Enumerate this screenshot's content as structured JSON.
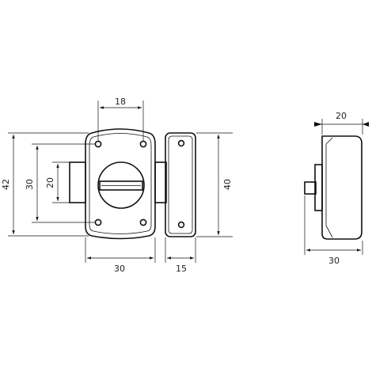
{
  "dimensions": {
    "front_hole_spacing": "18",
    "front_height_overall": "42",
    "front_body_height": "30",
    "front_bolt_height": "20",
    "keeper_height": "40",
    "front_body_width": "30",
    "keeper_width": "15",
    "side_depth": "20",
    "side_overall_depth": "30"
  }
}
